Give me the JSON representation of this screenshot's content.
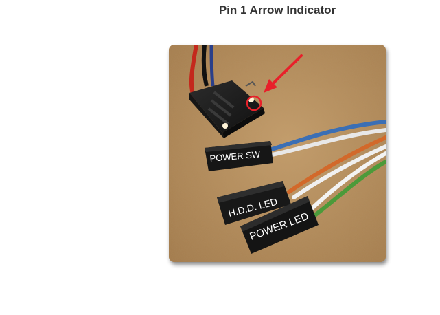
{
  "page": {
    "title": "Pin 1 Arrow Indicator"
  },
  "photo": {
    "labels": {
      "power_sw": "POWER SW",
      "hdd_led": "H.D.D. LED",
      "power_led": "POWER LED"
    },
    "colors": {
      "cardboard": "#b8915e",
      "arrow": "#e8202a",
      "connector": "#1e1e1e",
      "wire_blue": "#3b6fb5",
      "wire_orange": "#d2692a",
      "wire_green": "#4c9a3a",
      "wire_red": "#c4281c"
    }
  }
}
